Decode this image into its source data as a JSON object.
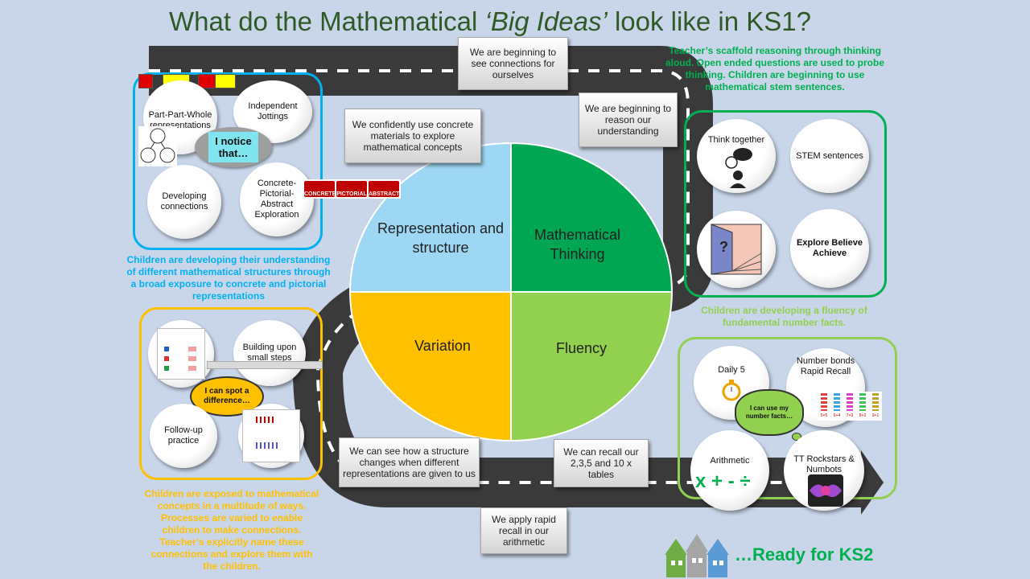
{
  "title": {
    "part1": "What do the Mathematical ",
    "italic": "‘Big Ideas’",
    "part2": " look like in KS1?"
  },
  "road_boxes": {
    "connections": "We are beginning to see connections for ourselves",
    "concrete": "We confidently use concrete materials to explore mathematical concepts",
    "reason": "We are beginning to reason our understanding",
    "structure": "We can see how a structure changes when different representations are given to us",
    "recall": "We can recall our 2,3,5 and 10 x tables",
    "rapid": "We apply rapid recall in our arithmetic"
  },
  "quadrants": {
    "representation": "Representation and structure",
    "thinking": "Mathematical Thinking",
    "variation": "Variation",
    "fluency": "Fluency"
  },
  "representation_panel": {
    "items": [
      "Part-Part-Whole representations",
      "Independent Jottings",
      "Developing connections",
      "Concrete-Pictorial-Abstract Exploration"
    ],
    "bubble": "I notice that…",
    "cpa_labels": [
      "CONCRETE",
      "PICTORIAL",
      "ABSTRACT"
    ],
    "caption": "Children are developing their understanding of different mathematical structures through a broad exposure to concrete and pictorial representations"
  },
  "thinking_panel": {
    "caption": "Teacher’s scaffold reasoning through thinking aloud. Open ended questions are used to probe thinking. Children are beginning to use mathematical stem sentences.",
    "items": [
      "Think together",
      "STEM sentences",
      "Explore Believe Achieve"
    ]
  },
  "variation_panel": {
    "items": [
      "Building upon small steps",
      "Follow-up practice"
    ],
    "bubble": "I can spot a difference…",
    "caption": "Children are exposed to mathematical concepts in a multitude of ways. Processes are varied to enable children to make connections. Teacher’s explicitly name these connections and explore them with the children."
  },
  "fluency_panel": {
    "caption": "Children are developing a fluency of fundamental number facts.",
    "items": [
      "Daily 5",
      "Number bonds Rapid Recall",
      "Arithmetic",
      "TT Rockstars & Numbots"
    ],
    "bubble": "I can use my number facts…",
    "symbols": "x + - ÷",
    "bond_labels": [
      "5+5",
      "6+4",
      "7+3",
      "8+2",
      "9+1"
    ]
  },
  "footer": "…Ready for KS2",
  "colors": {
    "background": "#c9d6ea",
    "title": "#2f5a27",
    "road": "#3a3a3a",
    "blue_quadrant": "#9dd7f3",
    "dark_green_quadrant": "#00a651",
    "yellow_quadrant": "#ffc000",
    "light_green_quadrant": "#92d050",
    "blue_caption": "#00b0f0",
    "green_caption": "#00b050",
    "light_green_caption": "#92d050",
    "yellow_caption": "#ffc000"
  }
}
